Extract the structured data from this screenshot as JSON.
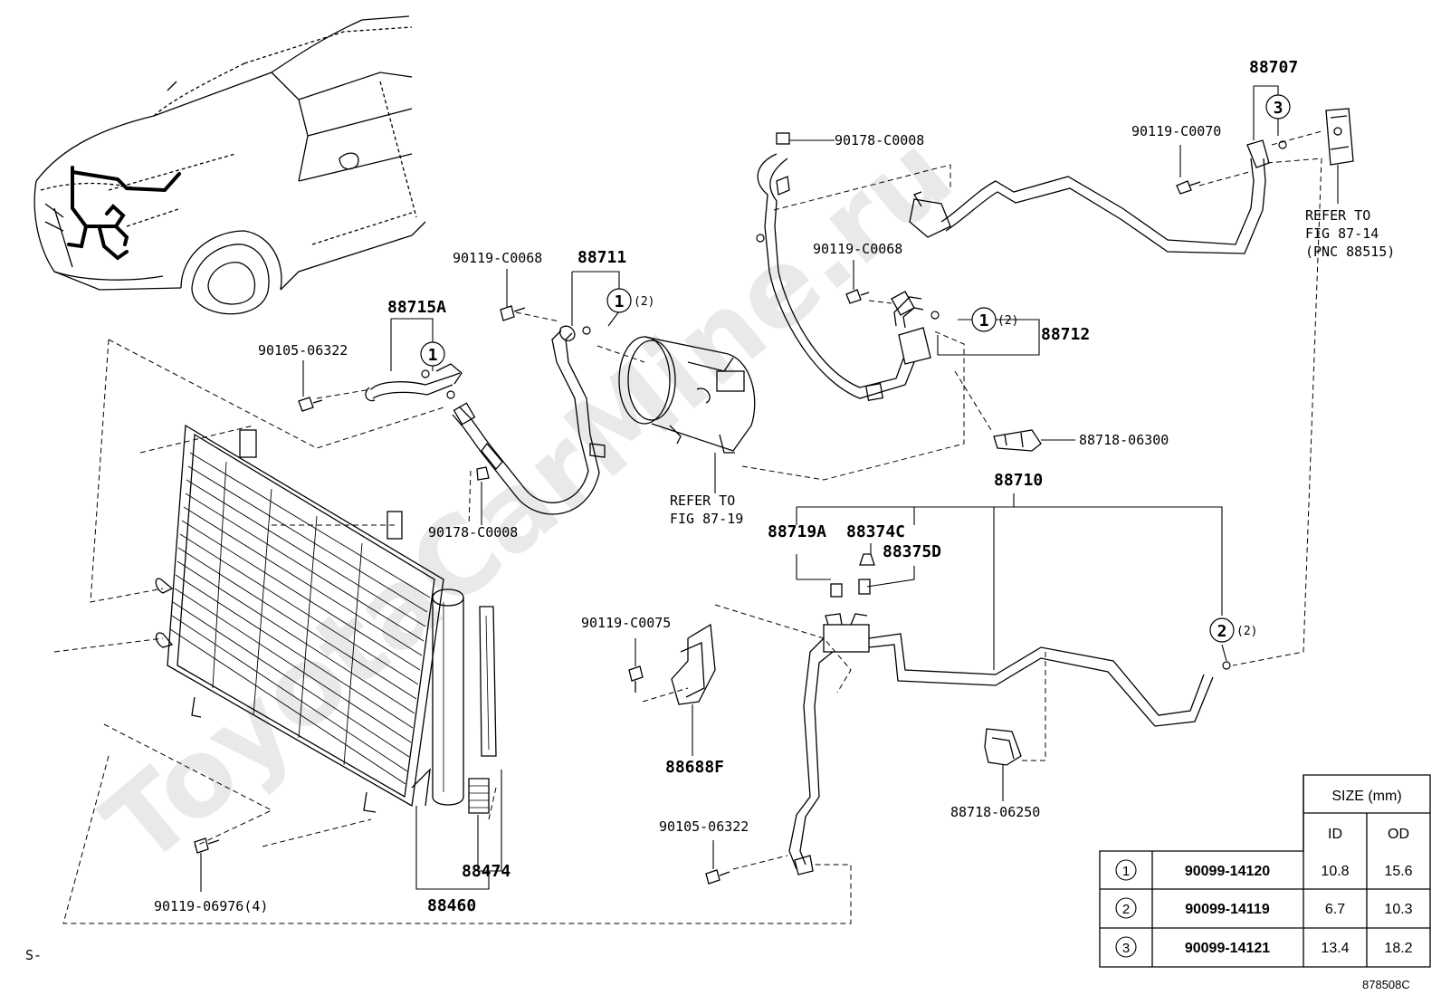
{
  "watermark": "ToyotaCarMine.ru",
  "figure_code": "878508C",
  "page_mark": "S-",
  "labels": {
    "p90178_top": "90178-C0008",
    "p90119_c0070": "90119-C0070",
    "p88707": "88707",
    "refer_87_14_a": "REFER TO",
    "refer_87_14_b": "FIG 87-14",
    "refer_87_14_c": "(PNC 88515)",
    "p88711": "88711",
    "p90119_c0068_l": "90119-C0068",
    "p90119_c0068_r": "90119-C0068",
    "p88712": "88712",
    "p88715a": "88715A",
    "p90105_06322_l": "90105-06322",
    "p88718_06300": "88718-06300",
    "refer_87_19_a": "REFER TO",
    "refer_87_19_b": "FIG 87-19",
    "p90178_bottom": "90178-C0008",
    "p88710": "88710",
    "p88719a": "88719A",
    "p88374c": "88374C",
    "p88375d": "88375D",
    "p90119_c0075": "90119-C0075",
    "p88688f": "88688F",
    "p88718_06250": "88718-06250",
    "p90105_06322_r": "90105-06322",
    "p88474": "88474",
    "p88460": "88460",
    "p90119_06976": "90119-06976(4)",
    "qty2": "(2)",
    "c1": "1",
    "c2": "2",
    "c3": "3"
  },
  "size_table": {
    "header": "SIZE (mm)",
    "col_id": "ID",
    "col_od": "OD",
    "rows": [
      {
        "mark": "1",
        "part": "90099-14120",
        "id": "10.8",
        "od": "15.6"
      },
      {
        "mark": "2",
        "part": "90099-14119",
        "id": "6.7",
        "od": "10.3"
      },
      {
        "mark": "3",
        "part": "90099-14121",
        "id": "13.4",
        "od": "18.2"
      }
    ]
  }
}
